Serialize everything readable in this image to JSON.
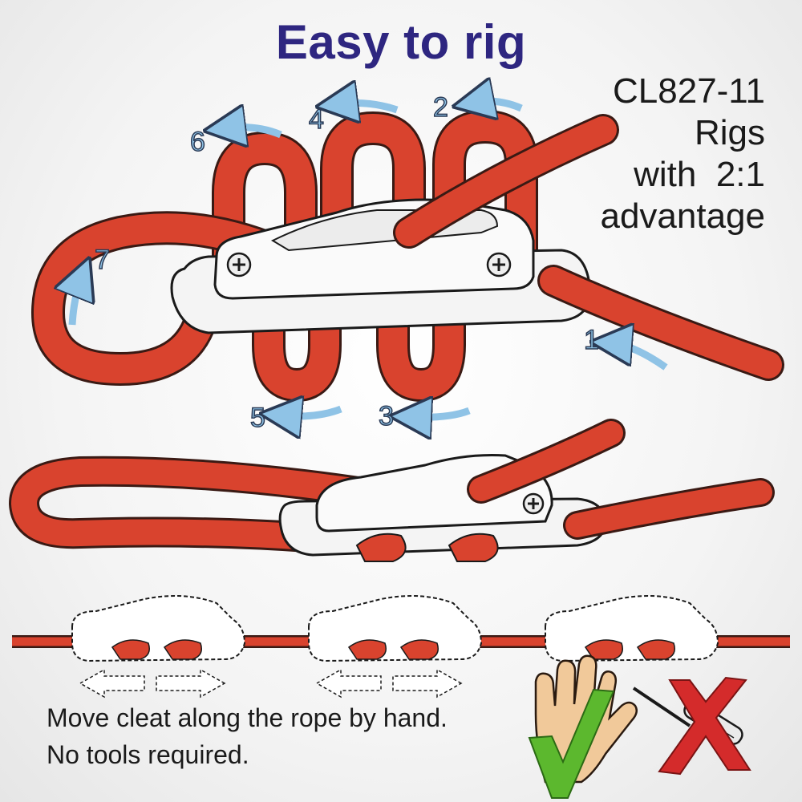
{
  "title": "Easy to rig",
  "spec": {
    "model": "CL827-11",
    "line2": "Rigs",
    "line3": "with  2:1",
    "line4": "advantage"
  },
  "steps": [
    "1",
    "2",
    "3",
    "4",
    "5",
    "6",
    "7"
  ],
  "caption": {
    "line1": "Move cleat along the rope by hand.",
    "line2": "No tools required."
  },
  "colors": {
    "title": "#2e2680",
    "rope": "#d9432e",
    "arrow": "#8fc3e6",
    "check": "#5cb82e",
    "cross": "#d42b2b"
  },
  "icons": {
    "allowed": "hand-with-check-icon",
    "not_allowed": "screwdriver-with-cross-icon"
  }
}
